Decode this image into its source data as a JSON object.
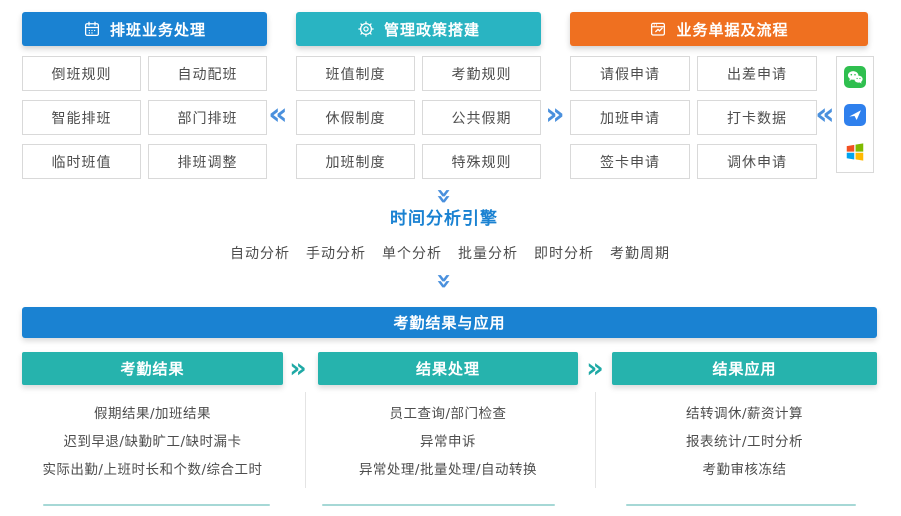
{
  "glyphs": {
    "left": "«",
    "right": "»",
    "down": "»"
  },
  "colors": {
    "blue": "#1a82d2",
    "teal": "#29b4c2",
    "orange": "#ef7020",
    "teal_dark": "#26b3ad",
    "chevron_blue": "#4a90dd",
    "chevron_teal": "#1fa9a5"
  },
  "sections": {
    "scheduling": {
      "title": "排班业务处理",
      "icon": "calendar-icon",
      "items": [
        "倒班规则",
        "自动配班",
        "智能排班",
        "部门排班",
        "临时班值",
        "排班调整"
      ]
    },
    "policy": {
      "title": "管理政策搭建",
      "icon": "gear-icon",
      "items": [
        "班值制度",
        "考勤规则",
        "休假制度",
        "公共假期",
        "加班制度",
        "特殊规则"
      ]
    },
    "documents": {
      "title": "业务单据及流程",
      "icon": "form-icon",
      "items": [
        "请假申请",
        "出差申请",
        "加班申请",
        "打卡数据",
        "签卡申请",
        "调休申请"
      ],
      "channel_icons": [
        "wechat-icon",
        "messenger-app-icon",
        "windows-icon"
      ]
    }
  },
  "engine": {
    "title": "时间分析引擎",
    "modes": [
      "自动分析",
      "手动分析",
      "单个分析",
      "批量分析",
      "即时分析",
      "考勤周期"
    ]
  },
  "results": {
    "banner": "考勤结果与应用",
    "columns": [
      {
        "title": "考勤结果",
        "items": [
          "假期结果/加班结果",
          "迟到早退/缺勤旷工/缺时漏卡",
          "实际出勤/上班时长和个数/综合工时"
        ]
      },
      {
        "title": "结果处理",
        "items": [
          "员工查询/部门检查",
          "异常申诉",
          "异常处理/批量处理/自动转换"
        ]
      },
      {
        "title": "结果应用",
        "items": [
          "结转调休/薪资计算",
          "报表统计/工时分析",
          "考勤审核冻结"
        ]
      }
    ]
  }
}
